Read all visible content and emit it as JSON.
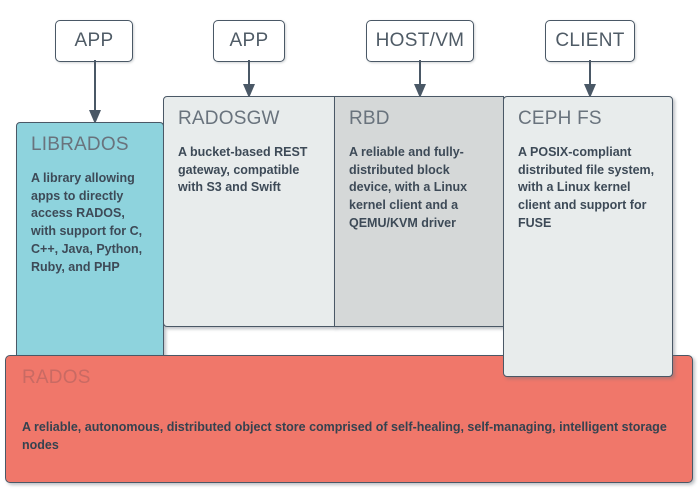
{
  "diagram": {
    "title": "Ceph storage architecture layers",
    "colors": {
      "librados_fill": "#8ed3dd",
      "radosgw_fill": "#e8ecec",
      "rbd_fill": "#d5d8d8",
      "cephfs_fill": "#e8ecec",
      "rados_fill": "#f0776a",
      "border": "#4a5866",
      "title_text": "#69737d",
      "body_text": "#3d4a57"
    },
    "actors": [
      {
        "id": "app-librados",
        "label": "APP"
      },
      {
        "id": "app-radosgw",
        "label": "APP"
      },
      {
        "id": "host-vm",
        "label": "HOST/VM"
      },
      {
        "id": "client",
        "label": "CLIENT"
      }
    ],
    "layers": [
      {
        "id": "librados",
        "title": "LIBRADOS",
        "description": "A library allowing apps to directly access RADOS, with support for C, C++, Java, Python, Ruby, and PHP"
      },
      {
        "id": "radosgw",
        "title": "RADOSGW",
        "description": "A bucket-based REST gateway, compatible with S3 and Swift"
      },
      {
        "id": "rbd",
        "title": "RBD",
        "description": "A reliable and fully-distributed block device, with a Linux kernel client and a QEMU/KVM driver"
      },
      {
        "id": "cephfs",
        "title": "CEPH FS",
        "description": "A POSIX-compliant distributed file system, with a Linux kernel client and support for FUSE"
      },
      {
        "id": "rados",
        "title": "RADOS",
        "description": "A reliable, autonomous, distributed object store comprised of self-healing, self-managing, intelligent storage nodes"
      }
    ]
  }
}
